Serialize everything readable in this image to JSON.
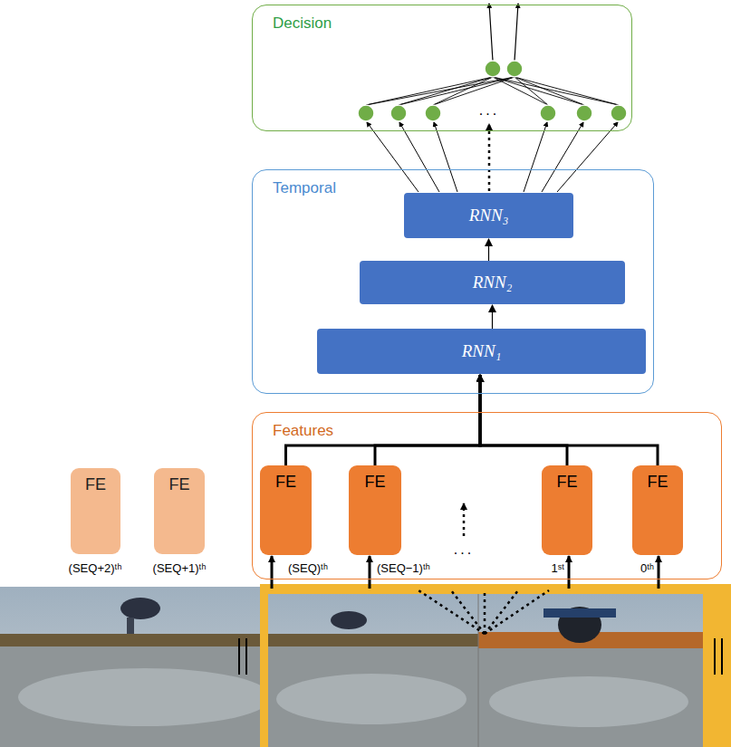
{
  "diagram": {
    "nodes": [
      {
        "text": [
          "Decision"
        ]
      },
      {
        "text": [
          "Temporal"
        ]
      },
      {
        "text": [
          "RNN₃"
        ],
        "in": 1
      },
      {
        "text": [
          "RNN₂"
        ],
        "in": 1
      },
      {
        "text": [
          "RNN₁"
        ],
        "in": 1
      },
      {
        "text": [
          "FE"
        ]
      },
      {
        "text": [
          "FE"
        ]
      },
      {
        "text": [
          "Features"
        ]
      },
      {
        "text": [
          "FE"
        ],
        "in": 7
      },
      {
        "text": [
          "FE"
        ],
        "in": 7
      },
      {
        "text": [
          "FE"
        ],
        "in": 7
      },
      {
        "text": [
          "FE"
        ],
        "in": 7
      }
    ],
    "edges": [
      {
        "from": 4,
        "to": 3,
        "arrow": "to"
      },
      {
        "from": 3,
        "to": 2,
        "arrow": "to"
      },
      {
        "from": 8,
        "to": 4,
        "arrow": "to"
      },
      {
        "from": 9,
        "to": 4,
        "arrow": "to"
      },
      {
        "from": 10,
        "to": 4,
        "arrow": "to"
      },
      {
        "from": 11,
        "to": 4,
        "arrow": "to"
      }
    ],
    "labels": [
      "...",
      "...",
      "(SEQ+2)ᵗʰ",
      "(SEQ+1)ᵗʰ",
      "(SEQ)ᵗʰ",
      "(SEQ−1)ᵗʰ",
      "1ˢᵗ",
      "0ᵗʰ"
    ]
  }
}
